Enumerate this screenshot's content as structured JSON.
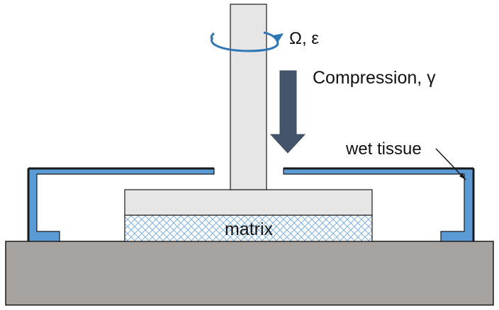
{
  "labels": {
    "rotation": "Ω, ε",
    "compression": "Compression, γ",
    "wet_tissue": "wet tissue",
    "matrix": "matrix"
  },
  "colors": {
    "base_fill": "#a6a3a1",
    "shaft_fill": "#e6e6e6",
    "matrix_hatch": "#7fb0e0",
    "cover_blue": "#5b9bd5",
    "cover_outline": "#1a1a1a",
    "arrow_fill": "#44546a",
    "rotation_arrow": "#2e75b6"
  },
  "icons": {
    "rotation": "curved-arrow-icon",
    "compression": "down-arrow-icon"
  }
}
